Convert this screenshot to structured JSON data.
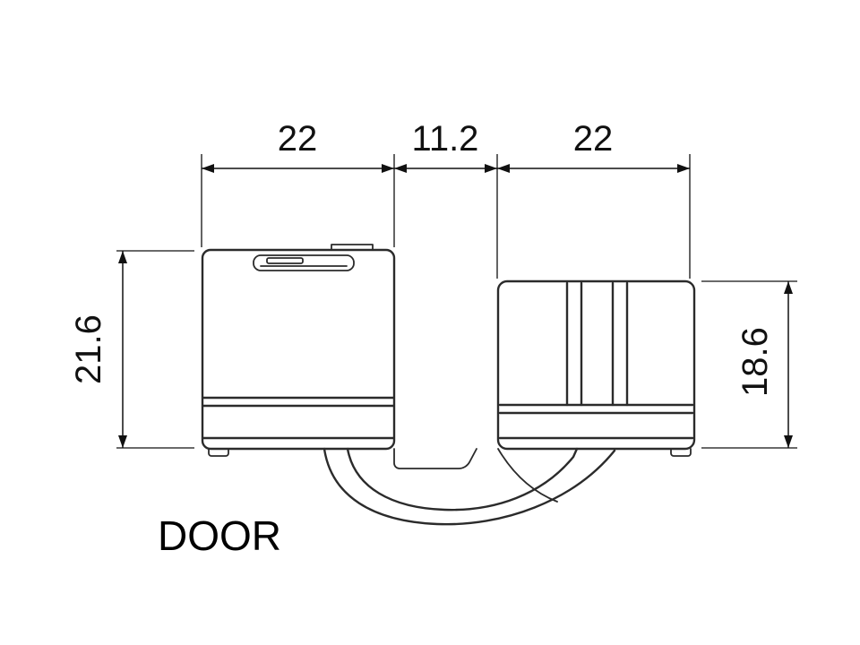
{
  "page": {
    "background": "#ffffff"
  },
  "diagram": {
    "type": "technical-drawing",
    "subject": "hinge-cross-section",
    "label": "DOOR",
    "dimensions": {
      "top_left": "22",
      "top_middle": "11.2",
      "top_right": "22",
      "left_vertical": "21.6",
      "right_vertical": "18.6"
    },
    "colors": {
      "outline": "#2b2b2b",
      "dimension": "#111111",
      "background": "#ffffff"
    }
  }
}
